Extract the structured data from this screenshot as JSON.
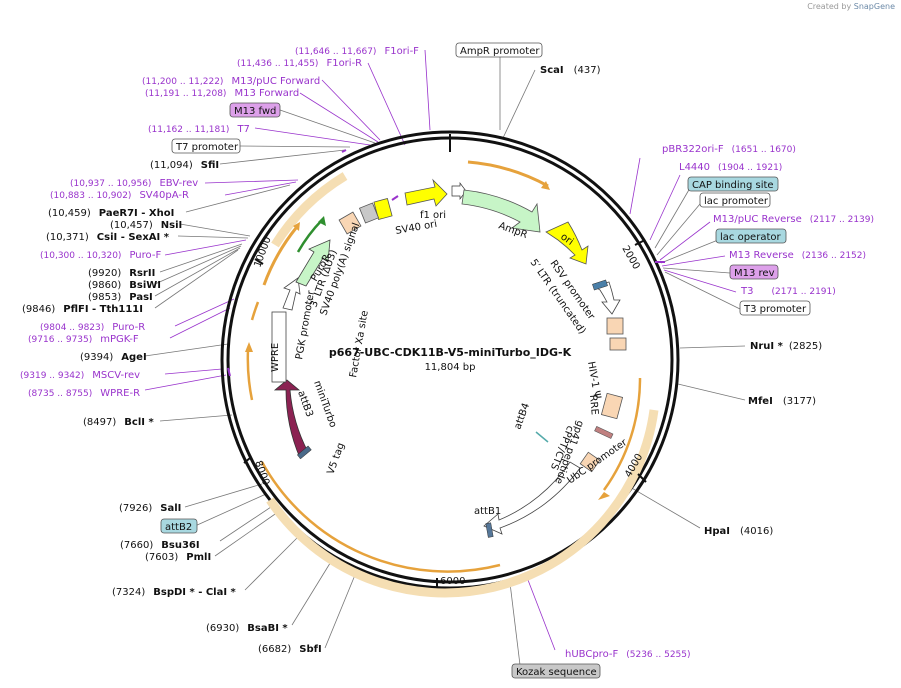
{
  "app": {
    "brand_prefix": "Created by",
    "brand_name": "SnapGene"
  },
  "plasmid": {
    "name": "p667-UBC-CDK11B-V5-miniTurbo_IDG-K",
    "length": "11,804 bp",
    "ticks": [
      "2000",
      "4000",
      "6000",
      "8000",
      "10000"
    ]
  },
  "colors": {
    "primer": "#9933cc",
    "enzyme": "#000000",
    "backbone": "#222222",
    "orange_arrow": "#e6a23c",
    "yellow_feature": "#ffff00",
    "green_feature": "#c7f5c7",
    "purple_feature": "#8b2252",
    "peach_feature": "#f9d6b4",
    "teal_box": "#a8d8e0",
    "orchid_box": "#dda0ea",
    "gray_box": "#c8c8c8"
  },
  "enzymes": [
    {
      "name": "ScaI",
      "pos": "(437)"
    },
    {
      "name": "NruI *",
      "pos": "(2825)"
    },
    {
      "name": "MfeI",
      "pos": "(3177)"
    },
    {
      "name": "HpaI",
      "pos": "(4016)"
    },
    {
      "name": "SbfI",
      "pos": "(6682)"
    },
    {
      "name": "BsaBI *",
      "pos": "(6930)"
    },
    {
      "name": "BspDI * - ClaI *",
      "pos": "(7324)"
    },
    {
      "name": "PmlI",
      "pos": "(7603)"
    },
    {
      "name": "Bsu36I",
      "pos": "(7660)"
    },
    {
      "name": "SalI",
      "pos": "(7926)"
    },
    {
      "name": "BclI *",
      "pos": "(8497)"
    },
    {
      "name": "AgeI",
      "pos": "(9394)"
    },
    {
      "name": "PflFI - Tth111I",
      "pos": "(9846)"
    },
    {
      "name": "PasI",
      "pos": "(9853)"
    },
    {
      "name": "BsiWI",
      "pos": "(9860)"
    },
    {
      "name": "RsrII",
      "pos": "(9920)"
    },
    {
      "name": "CsiI - SexAI *",
      "pos": "(10,371)"
    },
    {
      "name": "NsiI",
      "pos": "(10,457)"
    },
    {
      "name": "PaeR7I - XhoI",
      "pos": "(10,459)"
    },
    {
      "name": "SfiI",
      "pos": "(11,094)"
    }
  ],
  "primers": [
    {
      "name": "F1ori-F",
      "pos": "(11,646 .. 11,667)"
    },
    {
      "name": "F1ori-R",
      "pos": "(11,436 .. 11,455)"
    },
    {
      "name": "M13/pUC Forward",
      "pos": "(11,200 .. 11,222)"
    },
    {
      "name": "M13 Forward",
      "pos": "(11,191 .. 11,208)"
    },
    {
      "name": "T7",
      "pos": "(11,162 .. 11,181)"
    },
    {
      "name": "EBV-rev",
      "pos": "(10,937 .. 10,956)"
    },
    {
      "name": "SV40pA-R",
      "pos": "(10,883 .. 10,902)"
    },
    {
      "name": "Puro-F",
      "pos": "(10,300 .. 10,320)"
    },
    {
      "name": "Puro-R",
      "pos": "(9804 .. 9823)"
    },
    {
      "name": "mPGK-F",
      "pos": "(9716 .. 9735)"
    },
    {
      "name": "MSCV-rev",
      "pos": "(9319 .. 9342)"
    },
    {
      "name": "WPRE-R",
      "pos": "(8735 .. 8755)"
    },
    {
      "name": "pBR322ori-F",
      "pos": "(1651 .. 1670)"
    },
    {
      "name": "L4440",
      "pos": "(1904 .. 1921)"
    },
    {
      "name": "M13/pUC Reverse",
      "pos": "(2117 .. 2139)"
    },
    {
      "name": "M13 Reverse",
      "pos": "(2136 .. 2152)"
    },
    {
      "name": "T3",
      "pos": "(2171 .. 2191)"
    },
    {
      "name": "hUBCpro-F",
      "pos": "(5236 .. 5255)"
    }
  ],
  "boxed_labels": {
    "ampr_promoter": "AmpR promoter",
    "m13_fwd": "M13 fwd",
    "t7_promoter": "T7 promoter",
    "cap_binding_site": "CAP binding site",
    "lac_promoter": "lac promoter",
    "lac_operator": "lac operator",
    "m13_rev": "M13 rev",
    "t3_promoter": "T3 promoter",
    "attb2": "attB2",
    "kozak": "Kozak sequence"
  },
  "features": {
    "f1_ori": "f1 ori",
    "sv40_ori": "SV40 ori",
    "ampr": "AmpR",
    "ori": "ori",
    "rsv_promoter": "RSV promoter",
    "ltr5": "5′ LTR (truncated)",
    "hiv1_psi": "HIV-1 Ψ",
    "rre": "RRE",
    "gp41": "gp41 peptide",
    "cppt": "cPPT/CTS",
    "attb4": "attB4",
    "ubc_promoter": "UbC promoter",
    "attb1": "attB1",
    "v5_tag": "V5 tag",
    "miniturbo": "miniTurbo",
    "attb3": "attB3",
    "wpre": "WPRE",
    "pgk_promoter": "PGK promoter",
    "puror": "PuroR",
    "ltr3": "3′ LTR (ΔU3)",
    "sv40_polya": "SV40 poly(A) signal",
    "factor_xa": "Factor Xa site"
  }
}
